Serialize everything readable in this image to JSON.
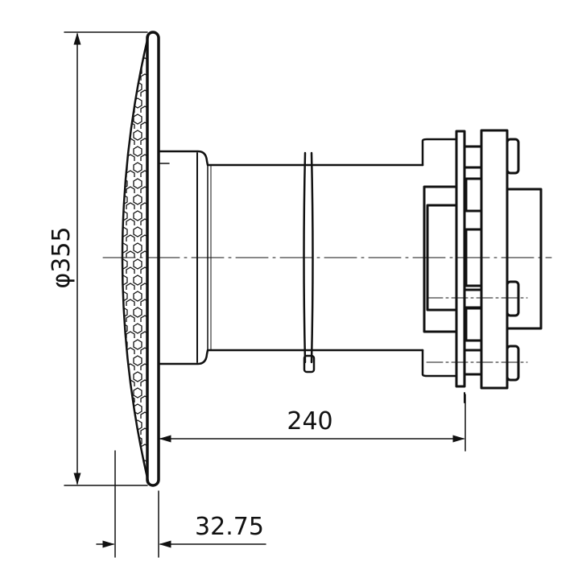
{
  "drawing": {
    "dimensions": {
      "diameter": "φ355",
      "length": "240",
      "plate_offset": "32.75"
    },
    "colors": {
      "line": "#111111",
      "background": "#ffffff"
    }
  }
}
